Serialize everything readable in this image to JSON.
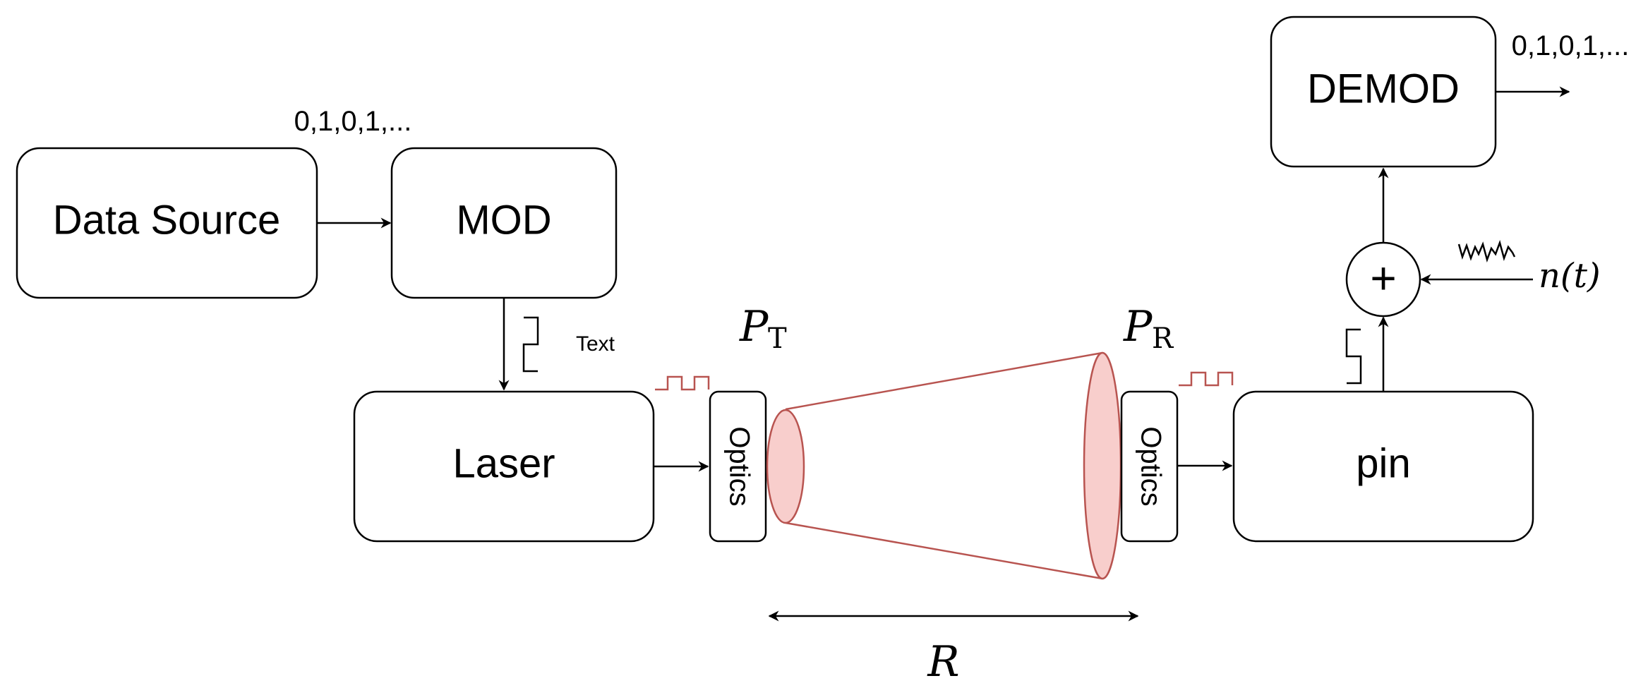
{
  "blocks": {
    "data_source": "Data Source",
    "mod": "MOD",
    "laser": "Laser",
    "optics_tx": "Optics",
    "optics_rx": "Optics",
    "pin": "pin",
    "demod": "DEMOD",
    "adder": "+"
  },
  "labels": {
    "bits_in": "0,1,0,1,...",
    "bits_out": "0,1,0,1,...",
    "pulse_text": "Text",
    "pt_base": "P",
    "pt_sub": "T",
    "pr_base": "P",
    "pr_sub": "R",
    "range": "R",
    "noise": "n(t)"
  },
  "colors": {
    "beam_fill": "#f8cecc",
    "beam_stroke": "#b85450"
  }
}
